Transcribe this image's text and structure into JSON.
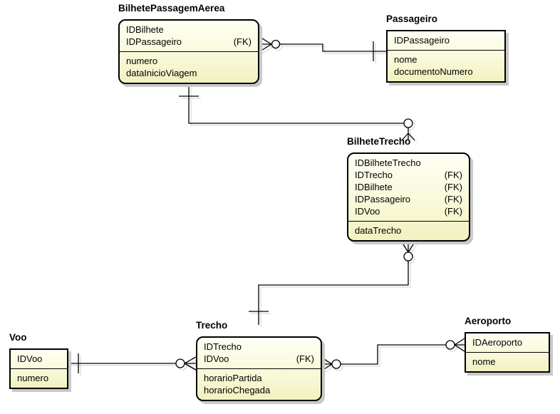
{
  "diagram": {
    "colors": {
      "background": "#ffffff",
      "entity_fill_top": "#fffff4",
      "entity_fill_bottom": "#f1f1c0",
      "entity_border": "#000000",
      "box_shadow": "#c9c9c9",
      "line": "#000000",
      "line_shadow": "#dbdbdb"
    },
    "entities": {
      "bilhetePassagemAerea": {
        "title": "BilhetePassagemAerea",
        "keys": [
          {
            "name": "IDBilhete",
            "fk": ""
          },
          {
            "name": "IDPassageiro",
            "fk": "(FK)"
          }
        ],
        "attrs": [
          {
            "name": "numero",
            "fk": ""
          },
          {
            "name": "dataInicioViagem",
            "fk": ""
          }
        ]
      },
      "passageiro": {
        "title": "Passageiro",
        "keys": [
          {
            "name": "IDPassageiro",
            "fk": ""
          }
        ],
        "attrs": [
          {
            "name": "nome",
            "fk": ""
          },
          {
            "name": "documentoNumero",
            "fk": ""
          }
        ]
      },
      "bilheteTrecho": {
        "title": "BilheteTrecho",
        "keys": [
          {
            "name": "IDBilheteTrecho",
            "fk": ""
          },
          {
            "name": "IDTrecho",
            "fk": "(FK)"
          },
          {
            "name": "IDBilhete",
            "fk": "(FK)"
          },
          {
            "name": "IDPassageiro",
            "fk": "(FK)"
          },
          {
            "name": "IDVoo",
            "fk": "(FK)"
          }
        ],
        "attrs": [
          {
            "name": "dataTrecho",
            "fk": ""
          }
        ]
      },
      "voo": {
        "title": "Voo",
        "keys": [
          {
            "name": "IDVoo",
            "fk": ""
          }
        ],
        "attrs": [
          {
            "name": "numero",
            "fk": ""
          }
        ]
      },
      "trecho": {
        "title": "Trecho",
        "keys": [
          {
            "name": "IDTrecho",
            "fk": ""
          },
          {
            "name": "IDVoo",
            "fk": "(FK)"
          }
        ],
        "attrs": [
          {
            "name": "horarioPartida",
            "fk": ""
          },
          {
            "name": "horarioChegada",
            "fk": ""
          }
        ]
      },
      "aeroporto": {
        "title": "Aeroporto",
        "keys": [
          {
            "name": "IDAeroporto",
            "fk": ""
          }
        ],
        "attrs": [
          {
            "name": "nome",
            "fk": ""
          }
        ]
      }
    },
    "relationships": [
      {
        "from": "Passageiro",
        "to": "BilhetePassagemAerea",
        "from_cardinality": "one",
        "to_cardinality": "zero-or-many"
      },
      {
        "from": "BilhetePassagemAerea",
        "to": "BilheteTrecho",
        "from_cardinality": "one",
        "to_cardinality": "zero-or-many"
      },
      {
        "from": "Trecho",
        "to": "BilheteTrecho",
        "from_cardinality": "one",
        "to_cardinality": "zero-or-many"
      },
      {
        "from": "Voo",
        "to": "Trecho",
        "from_cardinality": "one",
        "to_cardinality": "zero-or-many"
      },
      {
        "from": "Trecho",
        "to": "Aeroporto",
        "from_cardinality": "zero-or-many",
        "to_cardinality": "zero-or-many"
      }
    ]
  }
}
